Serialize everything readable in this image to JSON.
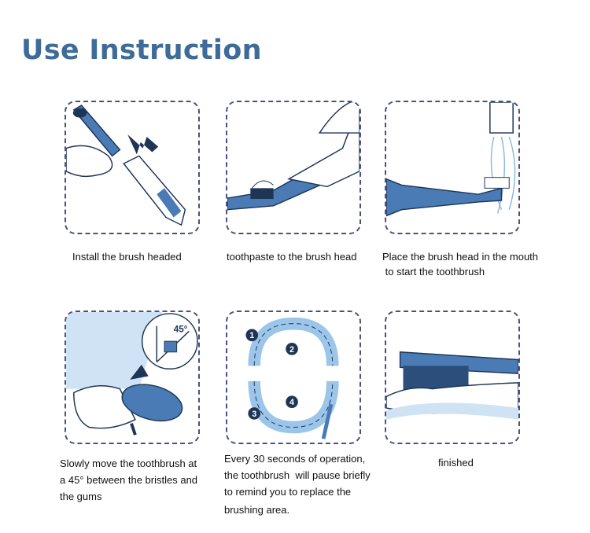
{
  "title": "Use Instruction",
  "steps": [
    {
      "caption": "Install the brush headed",
      "icon": "install-brush-head-illustration"
    },
    {
      "caption": "toothpaste to the brush head",
      "icon": "apply-toothpaste-illustration"
    },
    {
      "caption_lines": [
        "Place the brush head in the mouth",
        " to start the toothbrush"
      ],
      "icon": "rinse-brush-illustration"
    },
    {
      "caption_lines": [
        "Slowly move the toothbrush at",
        "a 45° between the bristles and",
        "the gums"
      ],
      "angle_label": "45°",
      "icon": "brush-angle-illustration"
    },
    {
      "caption_lines": [
        "Every 30 seconds of operation,",
        "the toothbrush  will pause briefly",
        "to remind you to replace the",
        "brushing area."
      ],
      "quadrants": [
        "1",
        "2",
        "3",
        "4"
      ],
      "icon": "quadrant-teeth-illustration"
    },
    {
      "caption": "finished",
      "icon": "brushing-teeth-illustration"
    }
  ],
  "colors": {
    "title": "#3e6b98",
    "border": "#4d4f80",
    "brush": "#4a7bb5",
    "dark": "#1e3556"
  }
}
